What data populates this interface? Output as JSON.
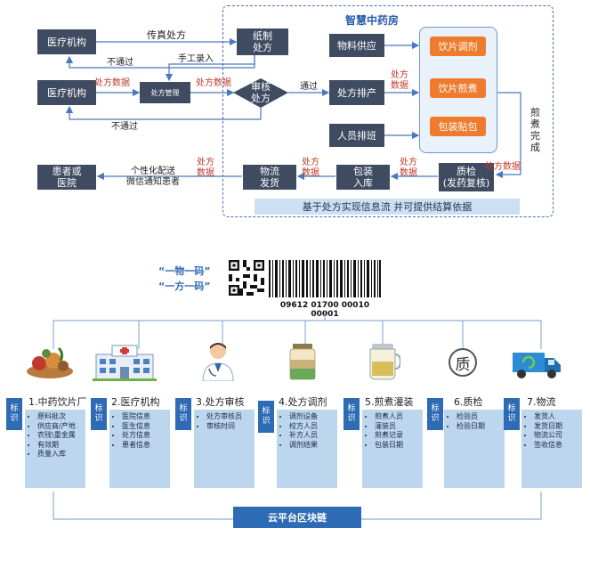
{
  "top": {
    "wisdom_title": "智慧中药房",
    "boxes": {
      "med_org_1": "医疗机构",
      "med_org_2": "医疗机构",
      "paper_rx": "纸制\n处方",
      "rx_mgmt": "处方管理",
      "review": "审核\n处方",
      "rx_sched": "处方排产",
      "material": "物料供应",
      "staff": "人员排班",
      "patient": "患者或\n医院",
      "logistics": "物流\n发货",
      "packing": "包装\n入库",
      "qc": "质检\n(发药复核)"
    },
    "orange_boxes": [
      "饮片调剂",
      "饮片煎煮",
      "包装贴包"
    ],
    "labels": {
      "fax": "传真处方",
      "reject_1": "不通过",
      "manual": "手工录入",
      "reject_2": "不通过",
      "pass": "通过",
      "decoct_done": "煎\n煮\n完\n成",
      "personal_delivery": "个性化配送\n微信通知患者"
    },
    "red_labels": {
      "rx_data_1": "处方数据",
      "rx_data_2": "处方数据",
      "rx_data_3": "处方\n数据",
      "rx_data_4": "处方数据",
      "rx_data_5": "处方\n数据",
      "rx_data_6": "处方\n数据",
      "rx_data_7": "处方\n数据"
    },
    "info_bar": "基于处方实现信息流  并可提供结算依据"
  },
  "bottom": {
    "slogan_1": "“一物一码”",
    "slogan_2": "“一方一码”",
    "barcode_number": "09612 01700 00010 00001",
    "tag_text": "标\n识",
    "chain_label": "云平台区块链",
    "steps": [
      {
        "title": "1.中药饮片厂",
        "icon": "herbs-icon",
        "items": [
          "原料批次",
          "供应商/产地",
          "农残\\重金属",
          "有效期",
          "质量入库"
        ]
      },
      {
        "title": "2.医疗机构",
        "icon": "hospital-icon",
        "items": [
          "医院信息",
          "医生信息",
          "处方信息",
          "患者信息"
        ]
      },
      {
        "title": "3.处方审核",
        "icon": "doctor-icon",
        "items": [
          "处方审核员",
          "审核时间"
        ]
      },
      {
        "title": "4.处方调剂",
        "icon": "medicine-jar-icon",
        "items": [
          "调剂设备",
          "校方人员",
          "补方人员",
          "调剂结果"
        ]
      },
      {
        "title": "5.煎煮灌装",
        "icon": "decoction-pot-icon",
        "items": [
          "煎煮人员",
          "灌装员",
          "煎煮记录",
          "包装日期"
        ]
      },
      {
        "title": "6.质检",
        "icon": "quality-icon",
        "items": [
          "检验员",
          "检验日期"
        ]
      },
      {
        "title": "7.物流",
        "icon": "truck-icon",
        "items": [
          "发货人",
          "发货日期",
          "物流公司",
          "签收信息"
        ]
      }
    ],
    "quality_char": "质"
  }
}
